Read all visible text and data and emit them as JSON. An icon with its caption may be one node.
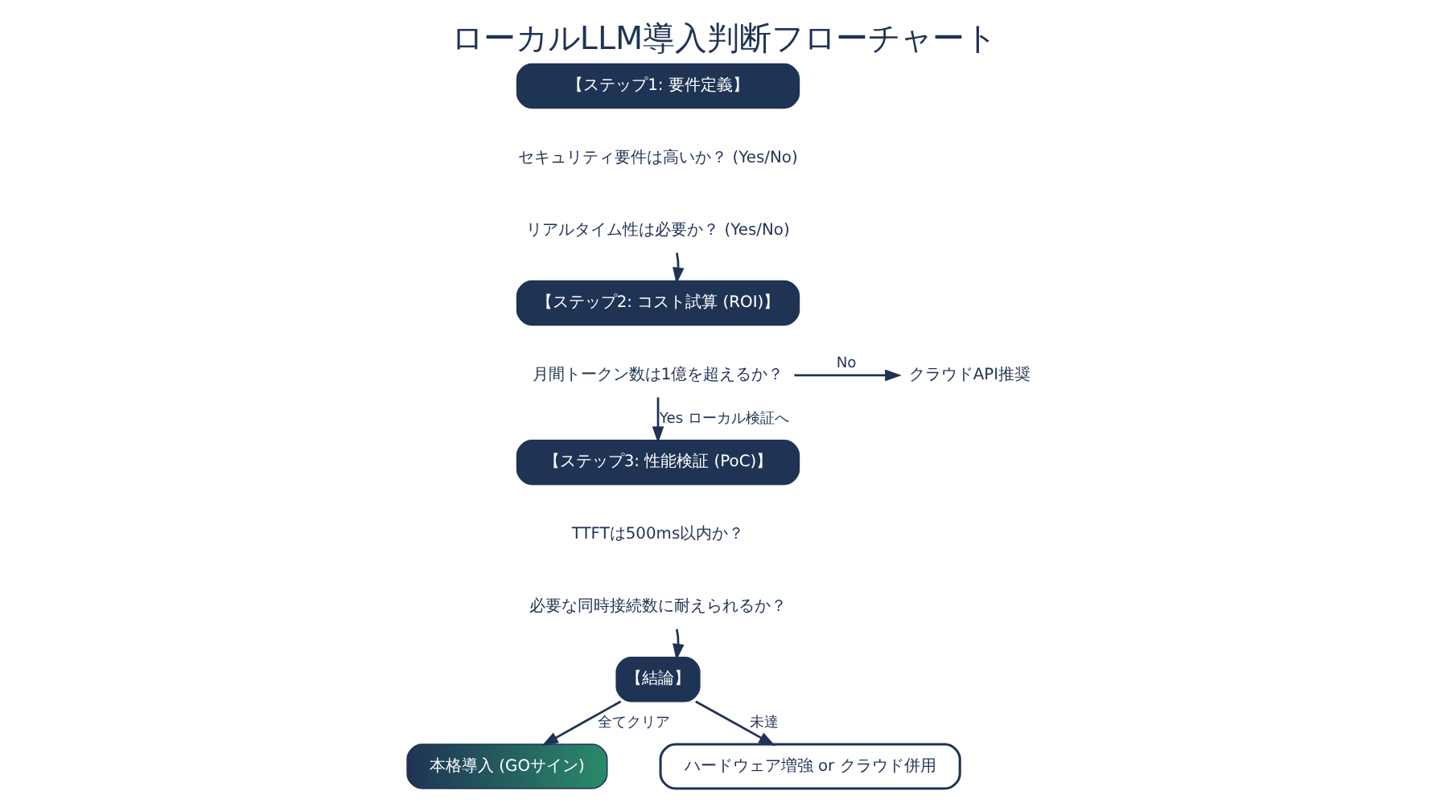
{
  "diagram": {
    "title": "ローカルLLM導入判断フローチャート",
    "nodes": [
      {
        "text": [
          "【ステップ1: 要件定義】"
        ]
      },
      {
        "text": [
          "セキュリティ要件は高いか？ (Yes/No)"
        ]
      },
      {
        "text": [
          "リアルタイム性は必要か？ (Yes/No)"
        ]
      },
      {
        "text": [
          "【ステップ2: コスト試算 (ROI)】"
        ]
      },
      {
        "text": [
          "月間トークン数は1億を超えるか？"
        ]
      },
      {
        "text": [
          "クラウドAPI推奨"
        ]
      },
      {
        "text": [
          "【ステップ3: 性能検証 (PoC)】"
        ]
      },
      {
        "text": [
          "TTFTは500ms以内か？"
        ]
      },
      {
        "text": [
          "必要な同時接続数に耐えられるか？"
        ]
      },
      {
        "text": [
          "【結論】"
        ]
      },
      {
        "text": [
          "本格導入 (GOサイン)"
        ]
      },
      {
        "text": [
          "ハードウェア増強 or クラウド併用"
        ]
      }
    ],
    "edges": [
      {
        "from": 2,
        "to": 3,
        "arrow": "to"
      },
      {
        "from": 4,
        "to": 5,
        "arrow": "to",
        "label": "No"
      },
      {
        "from": 4,
        "to": 6,
        "arrow": "to",
        "label": "Yes ローカル検証へ"
      },
      {
        "from": 8,
        "to": 9,
        "arrow": "to"
      },
      {
        "from": 9,
        "to": 10,
        "arrow": "to",
        "label": "全てクリア"
      },
      {
        "from": 9,
        "to": 11,
        "arrow": "to",
        "label": "未達"
      }
    ]
  }
}
